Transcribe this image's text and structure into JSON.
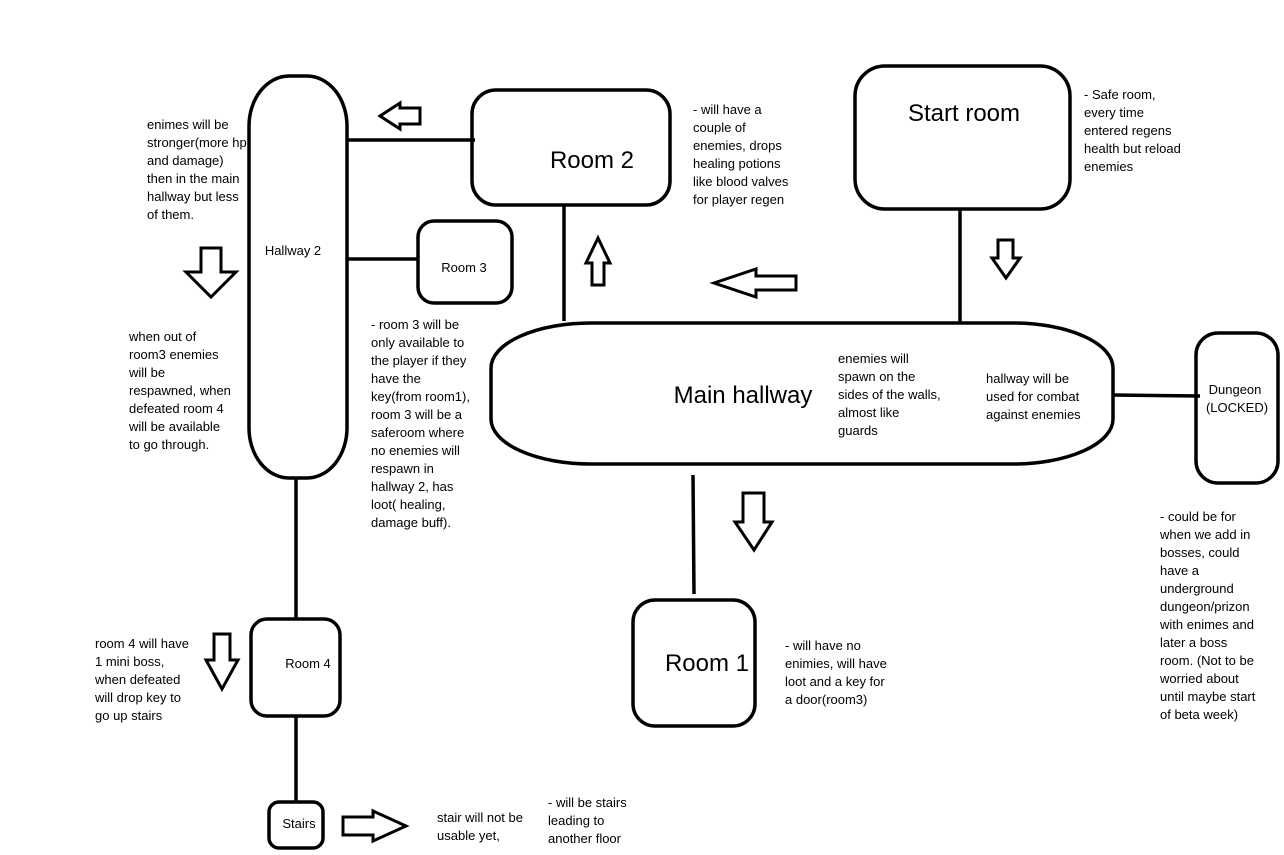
{
  "rooms": {
    "start_room": "Start room",
    "room2": "Room 2",
    "room3": "Room 3",
    "hallway2": "Hallway 2",
    "main_hallway": "Main hallway",
    "room1": "Room 1",
    "room4": "Room 4",
    "stairs": "Stairs",
    "dungeon_line1": "Dungeon",
    "dungeon_line2": "(LOCKED)"
  },
  "notes": {
    "start_room": "- Safe room,\nevery time\nentered regens\nhealth but reload\nenemies",
    "room2": "- will have a\ncouple of\nenemies, drops\nhealing potions\nlike blood valves\nfor player regen",
    "hallway2": "enimes will be\nstronger(more hp\nand damage)\nthen in the main\nhallway but less\nof them.",
    "room3_respawn": "when out of\nroom3 enemies\nwill be\nrespawned, when\ndefeated room 4\nwill be available\nto go through.",
    "room3": "- room 3 will be\nonly available to\nthe player if they\nhave the\nkey(from room1),\nroom 3 will be a\nsaferoom where\nno enemies will\nrespawn in\nhallway 2, has\nloot( healing,\ndamage buff).",
    "main_hallway_spawn": "enemies will\nspawn on the\nsides of the walls,\nalmost like\nguards",
    "main_hallway_combat": "hallway will be\nused for combat\nagainst enemies",
    "dungeon": "- could be for\nwhen we add in\nbosses, could\nhave a\nunderground\ndungeon/prizon\nwith enimes and\nlater a boss\nroom. (Not to be\nworried about\nuntil maybe start\nof beta week)",
    "room1": "- will have no\nenimies, will have\nloot and a key for\na door(room3)",
    "room4": "room 4 will have\n1 mini boss,\nwhen defeated\nwill drop key to\ngo up stairs",
    "stairs_usable": "stair will not be\nusable yet,",
    "stairs_leading": "- will be stairs\nleading to\nanother floor"
  }
}
